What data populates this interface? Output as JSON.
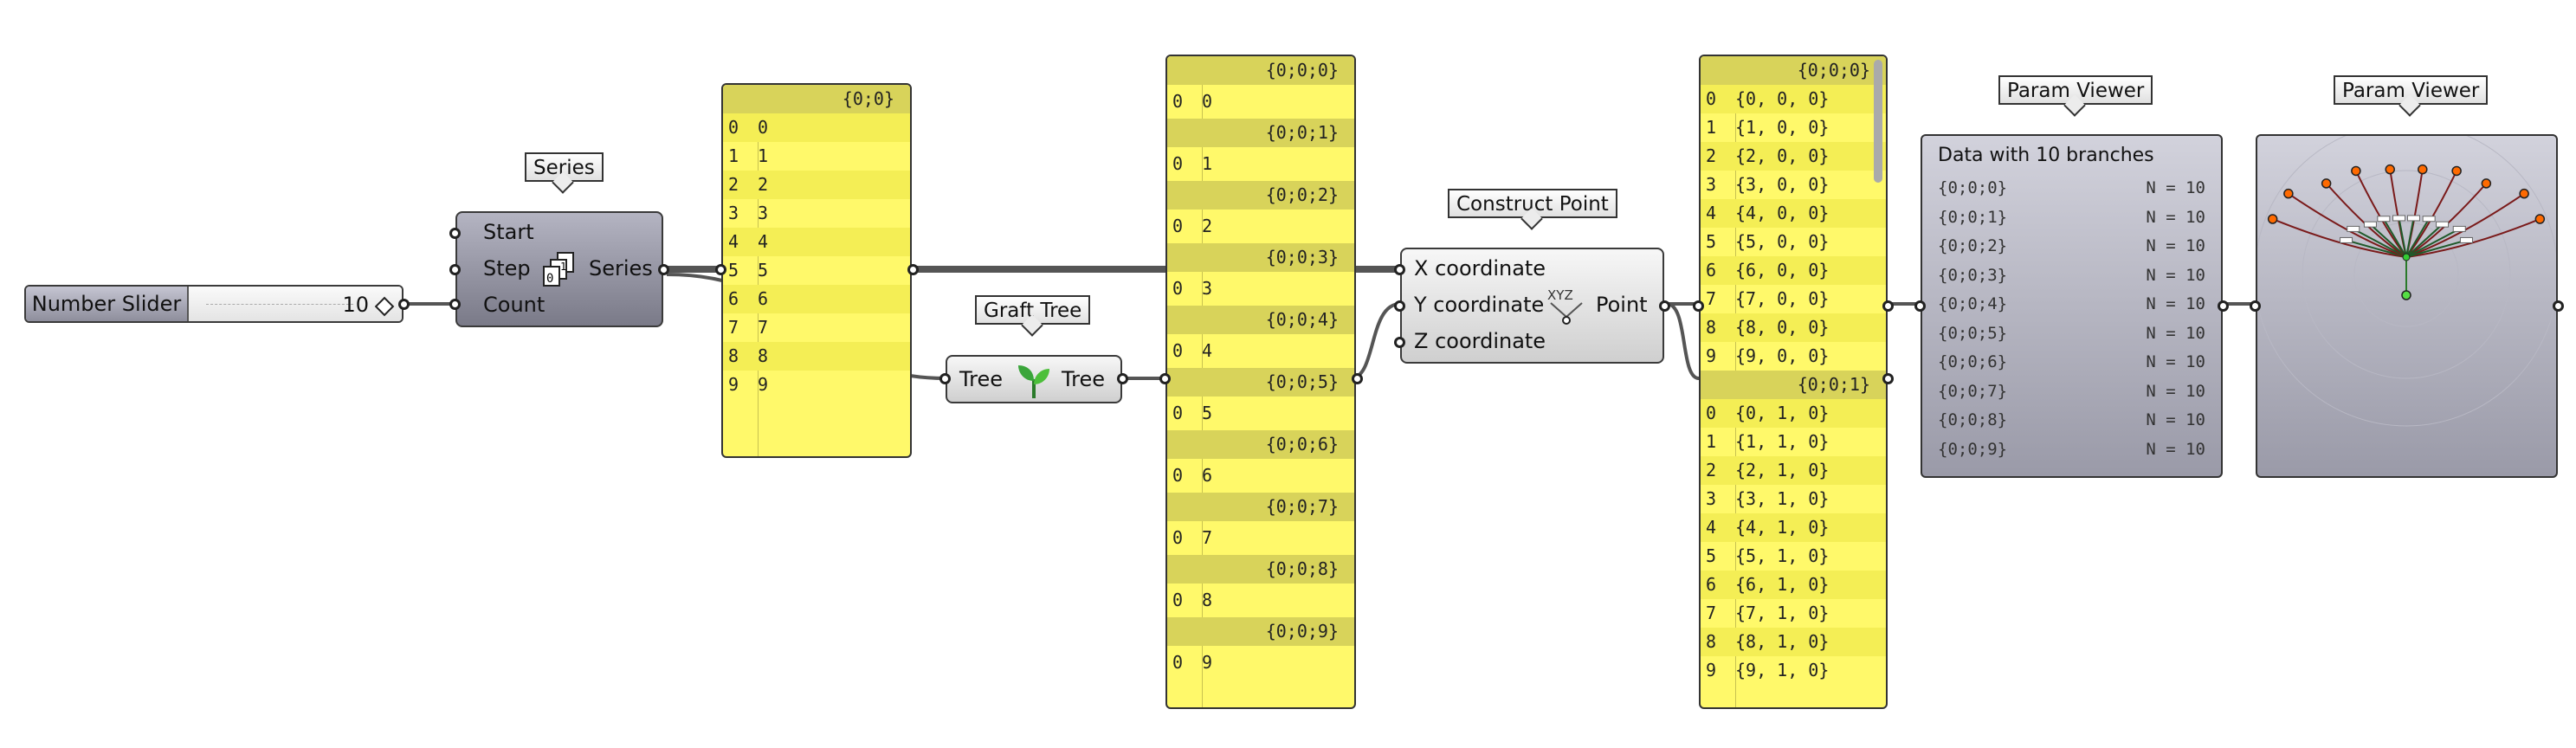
{
  "slider": {
    "label": "Number Slider",
    "value": "10"
  },
  "series": {
    "callout": "Series",
    "inputs": [
      "Start",
      "Step",
      "Count"
    ],
    "output": "Series"
  },
  "graft": {
    "callout": "Graft Tree",
    "input": "Tree",
    "output": "Tree"
  },
  "construct_point": {
    "callout": "Construct Point",
    "inputs": [
      "X coordinate",
      "Y coordinate",
      "Z coordinate"
    ],
    "output": "Point"
  },
  "panel1": {
    "header": "{0;0}",
    "rows": [
      {
        "i": "0",
        "v": "0"
      },
      {
        "i": "1",
        "v": "1"
      },
      {
        "i": "2",
        "v": "2"
      },
      {
        "i": "3",
        "v": "3"
      },
      {
        "i": "4",
        "v": "4"
      },
      {
        "i": "5",
        "v": "5"
      },
      {
        "i": "6",
        "v": "6"
      },
      {
        "i": "7",
        "v": "7"
      },
      {
        "i": "8",
        "v": "8"
      },
      {
        "i": "9",
        "v": "9"
      }
    ]
  },
  "panel2": {
    "branches": [
      {
        "path": "{0;0;0}",
        "i": "0",
        "v": "0"
      },
      {
        "path": "{0;0;1}",
        "i": "0",
        "v": "1"
      },
      {
        "path": "{0;0;2}",
        "i": "0",
        "v": "2"
      },
      {
        "path": "{0;0;3}",
        "i": "0",
        "v": "3"
      },
      {
        "path": "{0;0;4}",
        "i": "0",
        "v": "4"
      },
      {
        "path": "{0;0;5}",
        "i": "0",
        "v": "5"
      },
      {
        "path": "{0;0;6}",
        "i": "0",
        "v": "6"
      },
      {
        "path": "{0;0;7}",
        "i": "0",
        "v": "7"
      },
      {
        "path": "{0;0;8}",
        "i": "0",
        "v": "8"
      },
      {
        "path": "{0;0;9}",
        "i": "0",
        "v": "9"
      }
    ]
  },
  "panel3": {
    "header1": "{0;0;0}",
    "rows1": [
      {
        "i": "0",
        "v": "{0, 0, 0}"
      },
      {
        "i": "1",
        "v": "{1, 0, 0}"
      },
      {
        "i": "2",
        "v": "{2, 0, 0}"
      },
      {
        "i": "3",
        "v": "{3, 0, 0}"
      },
      {
        "i": "4",
        "v": "{4, 0, 0}"
      },
      {
        "i": "5",
        "v": "{5, 0, 0}"
      },
      {
        "i": "6",
        "v": "{6, 0, 0}"
      },
      {
        "i": "7",
        "v": "{7, 0, 0}"
      },
      {
        "i": "8",
        "v": "{8, 0, 0}"
      },
      {
        "i": "9",
        "v": "{9, 0, 0}"
      }
    ],
    "header2": "{0;0;1}",
    "rows2": [
      {
        "i": "0",
        "v": "{0, 1, 0}"
      },
      {
        "i": "1",
        "v": "{1, 1, 0}"
      },
      {
        "i": "2",
        "v": "{2, 1, 0}"
      },
      {
        "i": "3",
        "v": "{3, 1, 0}"
      },
      {
        "i": "4",
        "v": "{4, 1, 0}"
      },
      {
        "i": "5",
        "v": "{5, 1, 0}"
      },
      {
        "i": "6",
        "v": "{6, 1, 0}"
      },
      {
        "i": "7",
        "v": "{7, 1, 0}"
      },
      {
        "i": "8",
        "v": "{8, 1, 0}"
      },
      {
        "i": "9",
        "v": "{9, 1, 0}"
      }
    ]
  },
  "viewer1": {
    "callout": "Param Viewer",
    "title": "Data with 10 branches",
    "rows": [
      {
        "path": "{0;0;0}",
        "n": "N = 10"
      },
      {
        "path": "{0;0;1}",
        "n": "N = 10"
      },
      {
        "path": "{0;0;2}",
        "n": "N = 10"
      },
      {
        "path": "{0;0;3}",
        "n": "N = 10"
      },
      {
        "path": "{0;0;4}",
        "n": "N = 10"
      },
      {
        "path": "{0;0;5}",
        "n": "N = 10"
      },
      {
        "path": "{0;0;6}",
        "n": "N = 10"
      },
      {
        "path": "{0;0;7}",
        "n": "N = 10"
      },
      {
        "path": "{0;0;8}",
        "n": "N = 10"
      },
      {
        "path": "{0;0;9}",
        "n": "N = 10"
      }
    ]
  },
  "viewer2": {
    "callout": "Param Viewer",
    "leaf_count": 10
  },
  "colors": {
    "panel": "#fff96a",
    "panel_header": "#d8d35a",
    "wire": "#666666",
    "tree_leaf": "#ff6a00",
    "tree_root": "#55dd44",
    "tree_branch_dark": "#7a1a1a",
    "tree_branch_green": "#1f5a2a"
  }
}
